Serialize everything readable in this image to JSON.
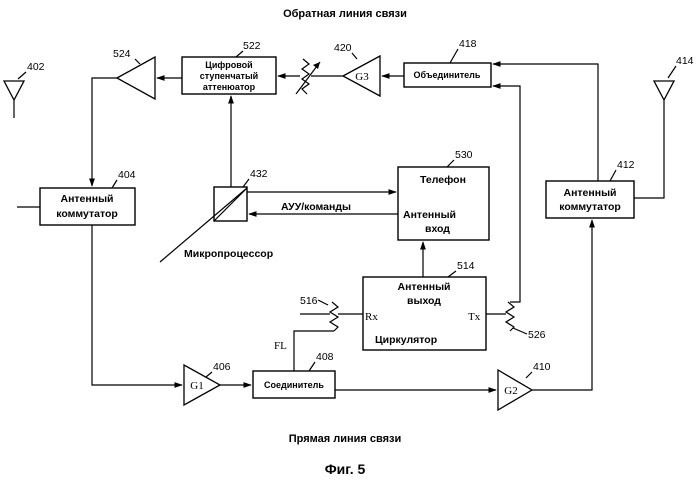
{
  "title_top": "Обратная линия связи",
  "title_bottom": "Прямая линия связи",
  "figure_caption": "Фиг. 5",
  "blocks": {
    "attenuator": {
      "line1": "Цифровой",
      "line2": "ступенчатый",
      "line3": "аттенюатор",
      "ref": "522"
    },
    "combiner": {
      "label": "Объединитель",
      "ref": "418"
    },
    "antenna_switch_left": {
      "line1": "Антенный",
      "line2": "коммутатор",
      "ref": "404"
    },
    "antenna_switch_right": {
      "line1": "Антенный",
      "line2": "коммутатор",
      "ref": "412"
    },
    "phone": {
      "label": "Телефон",
      "in1": "Антенный",
      "in2": "вход",
      "ref": "530"
    },
    "circulator": {
      "out1": "Антенный",
      "out2": "выход",
      "rx": "Rx",
      "tx": "Tx",
      "label": "Циркулятор",
      "ref": "514"
    },
    "connector": {
      "label": "Соединитель",
      "ref": "408"
    },
    "microprocessor": {
      "label": "Микропроцессор",
      "ref": "432",
      "bus": "АУУ/команды"
    }
  },
  "amplifiers": {
    "g1": {
      "label": "G1",
      "ref": "406"
    },
    "g2": {
      "label": "G2",
      "ref": "410"
    },
    "g3": {
      "label": "G3",
      "ref": "420"
    },
    "amp524": {
      "ref": "524"
    }
  },
  "antennas": {
    "left_ref": "402",
    "right_ref": "414"
  },
  "misc": {
    "fl": "FL",
    "res516": "516",
    "res526": "526"
  }
}
